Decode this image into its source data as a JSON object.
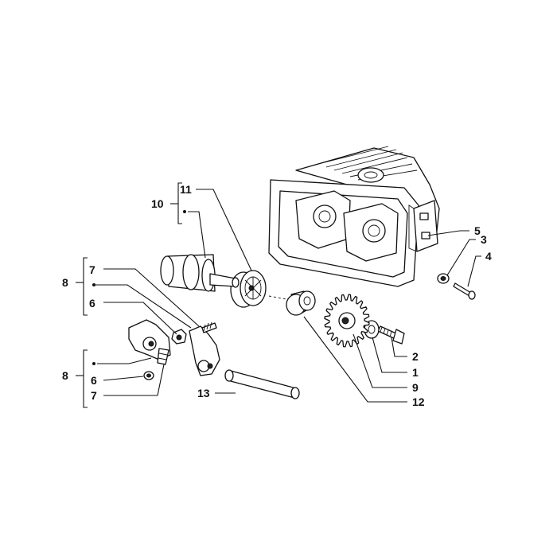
{
  "labels": {
    "l1": "1",
    "l2": "2",
    "l3": "3",
    "l4": "4",
    "l5": "5",
    "l6a": "6",
    "l6b": "6",
    "l7a": "7",
    "l7b": "7",
    "l8a": "8",
    "l8b": "8",
    "l9": "9",
    "l10": "10",
    "l11": "11",
    "l12": "12",
    "l13": "13"
  }
}
